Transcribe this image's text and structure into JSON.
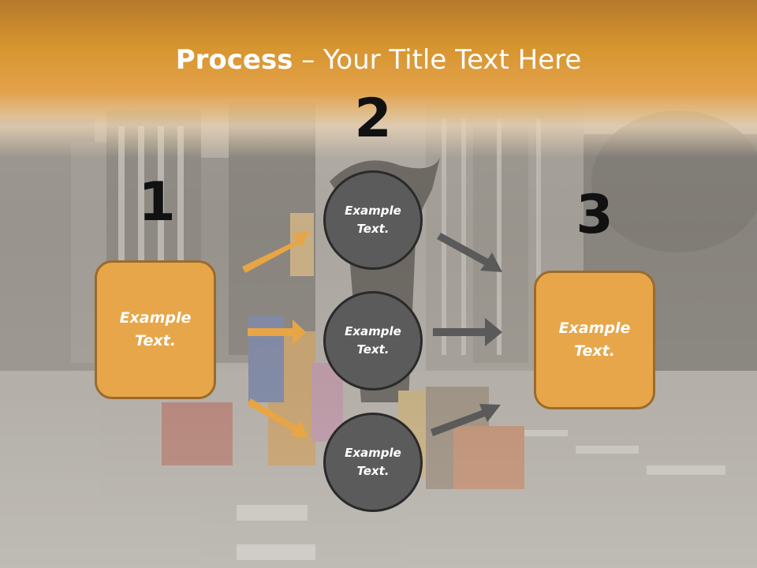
{
  "slide": {
    "title_bold": "Process",
    "title_rest": " – Your Title Text Here"
  },
  "steps": [
    {
      "number": "1",
      "box_text": "Example Text."
    },
    {
      "number": "2",
      "circles": [
        "Example Text.",
        "Example Text.",
        "Example Text."
      ]
    },
    {
      "number": "3",
      "box_text": "Example Text."
    }
  ],
  "colors": {
    "accent_orange": "#e7a64a",
    "circle_gray": "#5b5b5b",
    "arrow_gray": "#5a5a5a",
    "arrow_orange": "#e8a545"
  }
}
